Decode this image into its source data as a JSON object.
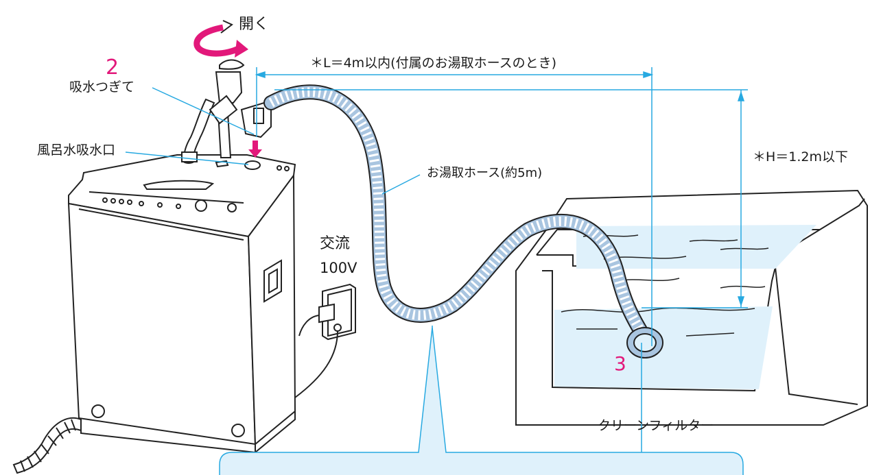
{
  "labels": {
    "open": "開く",
    "step2": "2",
    "intake_faucet": "吸水つぎて",
    "bath_intake": "風呂水吸水口",
    "length_note": "＊L＝4m以内(付属のお湯取ホースのとき)",
    "height_note": "＊H＝1.2m以下",
    "hose": "お湯取ホース(約5m)",
    "ac": "交流",
    "voltage": "100V",
    "step3": "3",
    "filter": "クリーンフィルター"
  },
  "colors": {
    "accent": "#e2187a",
    "leader": "#27a9e1",
    "water": "#dff1fb",
    "hose": "#a9c5e0",
    "line": "#222222"
  }
}
